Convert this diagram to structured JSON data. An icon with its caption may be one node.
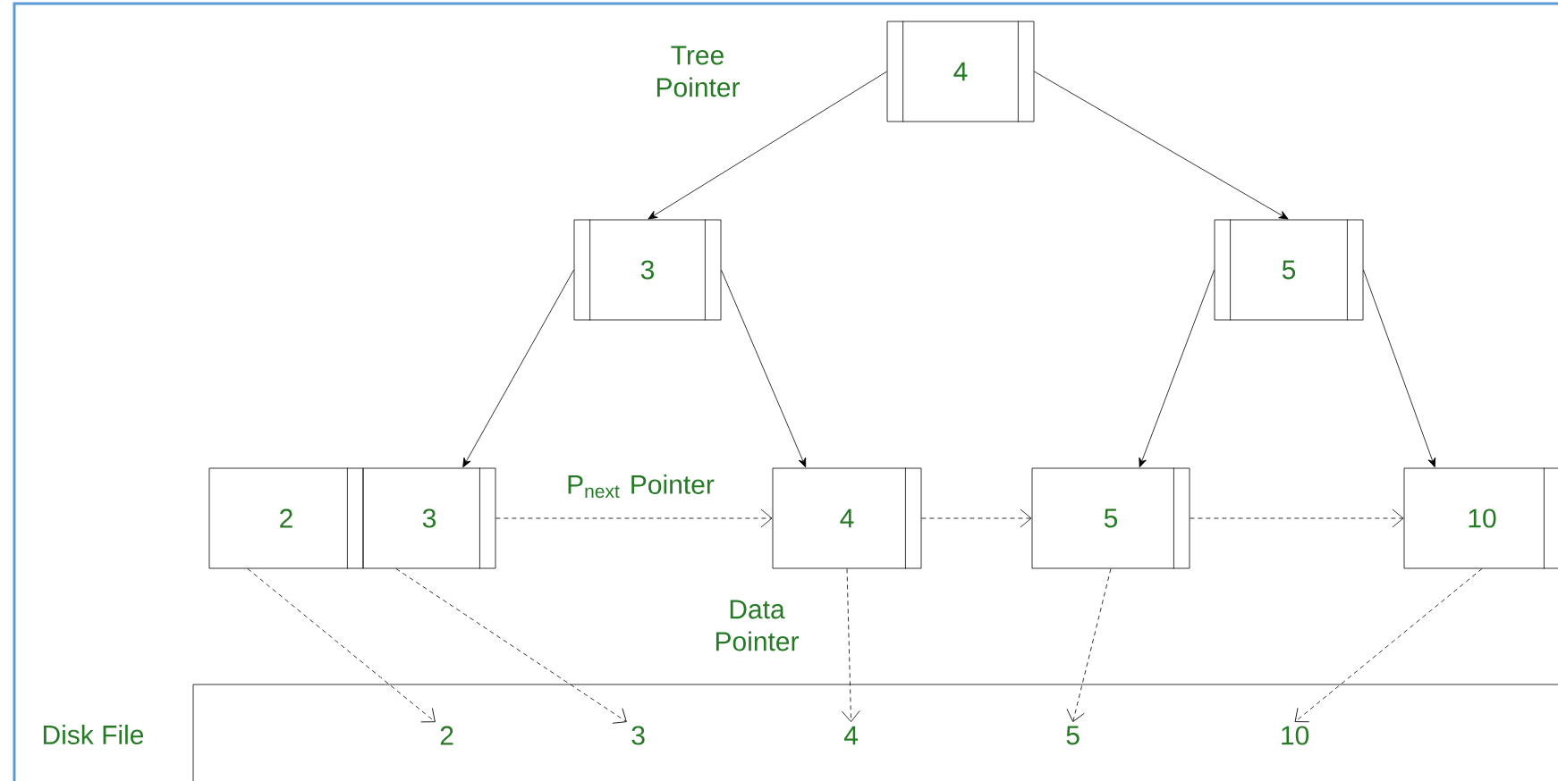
{
  "diagram": {
    "nodes": [
      {
        "text": [
          "4"
        ]
      },
      {
        "text": [
          "3"
        ]
      },
      {
        "text": [
          "5"
        ]
      },
      {
        "text": [
          "2"
        ]
      },
      {
        "text": [
          "3"
        ]
      },
      {
        "text": [
          "4"
        ]
      },
      {
        "text": [
          "5"
        ]
      },
      {
        "text": [
          "10"
        ]
      },
      {
        "text": [
          "Disk File"
        ]
      },
      {
        "text": [
          "2"
        ],
        "in": 8
      },
      {
        "text": [
          "3"
        ],
        "in": 8
      },
      {
        "text": [
          "4"
        ],
        "in": 8
      },
      {
        "text": [
          "5"
        ],
        "in": 8
      },
      {
        "text": [
          "10"
        ],
        "in": 8
      }
    ],
    "edges": [
      {
        "from": 0,
        "to": 1,
        "arrow": "to",
        "label": "Tree Pointer"
      },
      {
        "from": 0,
        "to": 2,
        "arrow": "to"
      },
      {
        "from": 1,
        "to": 4,
        "arrow": "to"
      },
      {
        "from": 1,
        "to": 5,
        "arrow": "to"
      },
      {
        "from": 2,
        "to": 6,
        "arrow": "to"
      },
      {
        "from": 2,
        "to": 7,
        "arrow": "to"
      },
      {
        "from": 4,
        "to": 5,
        "arrow": "to",
        "style": "dashed",
        "label": "P$_{next}$ Pointer"
      },
      {
        "from": 5,
        "to": 6,
        "arrow": "to",
        "style": "dashed"
      },
      {
        "from": 6,
        "to": 7,
        "arrow": "to",
        "style": "dashed"
      },
      {
        "from": 3,
        "to": 9,
        "arrow": "to",
        "style": "dashed"
      },
      {
        "from": 4,
        "to": 10,
        "arrow": "to",
        "style": "dashed"
      },
      {
        "from": 5,
        "to": 11,
        "arrow": "to",
        "style": "dashed",
        "label": "Data Pointer"
      },
      {
        "from": 6,
        "to": 12,
        "arrow": "to",
        "style": "dashed"
      },
      {
        "from": 7,
        "to": 13,
        "arrow": "to",
        "style": "dashed"
      }
    ]
  }
}
